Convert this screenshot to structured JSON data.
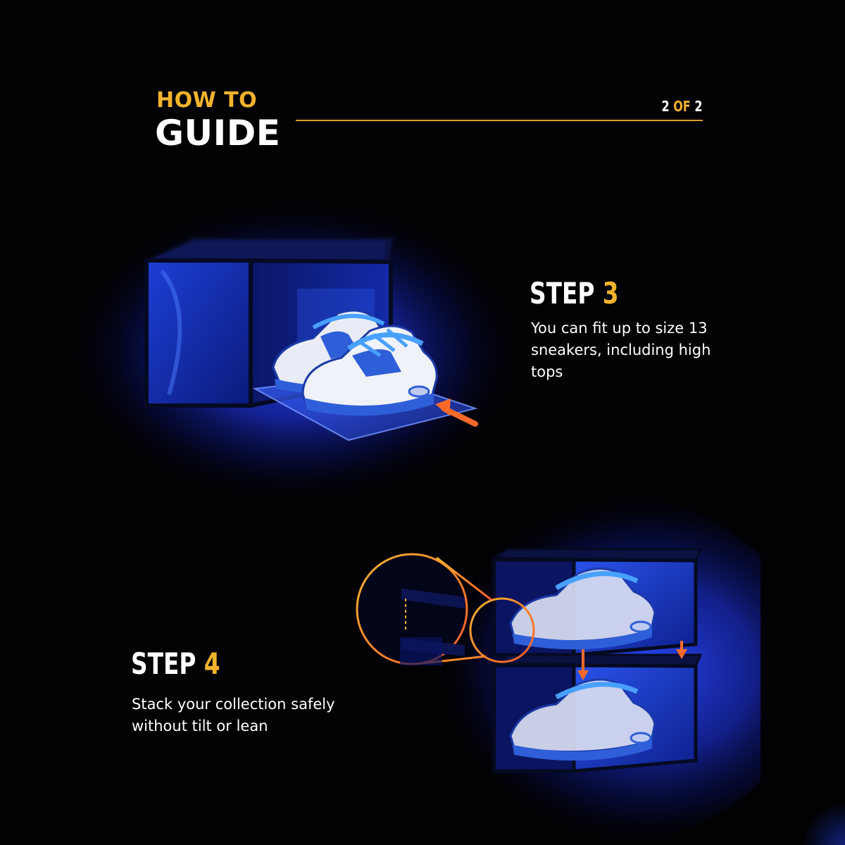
{
  "header": {
    "kicker": "HOW TO",
    "title": "GUIDE",
    "counter": {
      "current": "2",
      "separator": "OF",
      "total": "2"
    }
  },
  "steps": [
    {
      "label": "STEP",
      "number": "3",
      "description": "You can fit up to size 13 sneakers, including high tops"
    },
    {
      "label": "STEP",
      "number": "4",
      "description": "Stack your collection safely without tilt or lean"
    }
  ],
  "colors": {
    "background": "#020205",
    "accent": "#f2b32d",
    "glow": "#1e3cff",
    "arrow": "#ff6a2a",
    "sneaker_blue": "#2f5fd8",
    "sneaker_white": "#e9ecf6"
  },
  "icons": [
    "shoe-box-icon",
    "sneaker-icon",
    "slide-in-arrow-icon",
    "stack-arrow-icon",
    "magnifier-circle-icon"
  ]
}
